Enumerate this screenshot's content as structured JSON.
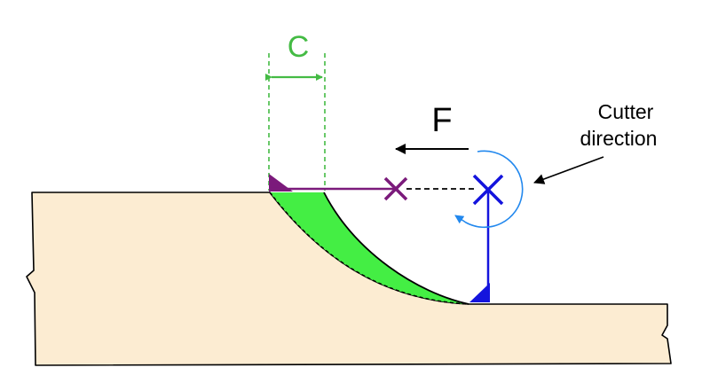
{
  "labels": {
    "clearance": "C",
    "feed": "F",
    "cutter_direction_line1": "Cutter",
    "cutter_direction_line2": "direction"
  },
  "colors": {
    "workpiece_fill": "#fcecd2",
    "outline": "#000000",
    "chip": "#44ee44",
    "clearance": "#44bb44",
    "tool_previous": "#7b1a7b",
    "tool_current": "#1414dd",
    "rotation_arrow": "#2288ee",
    "background": "#ffffff"
  },
  "icons": {
    "previous_center": "x-mark-icon",
    "current_center": "x-mark-icon",
    "rotation": "circular-arrow-icon"
  }
}
